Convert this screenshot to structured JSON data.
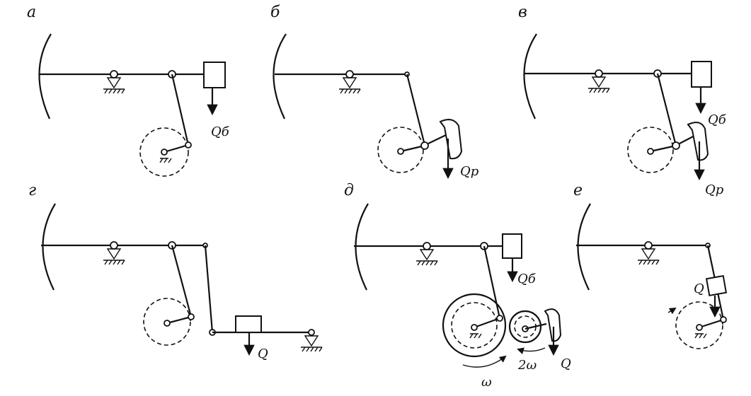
{
  "panels": [
    {
      "id": "a",
      "label": "а",
      "loads": [
        "Qб"
      ]
    },
    {
      "id": "b",
      "label": "б",
      "loads": [
        "Qр"
      ]
    },
    {
      "id": "v",
      "label": "в",
      "loads": [
        "Qб",
        "Qр"
      ]
    },
    {
      "id": "g",
      "label": "г",
      "loads": [
        "Q"
      ]
    },
    {
      "id": "d",
      "label": "д",
      "loads": [
        "Qб",
        "Q"
      ],
      "speeds": [
        "2ω",
        "ω"
      ]
    },
    {
      "id": "e",
      "label": "е",
      "loads": [
        "Q"
      ]
    }
  ]
}
